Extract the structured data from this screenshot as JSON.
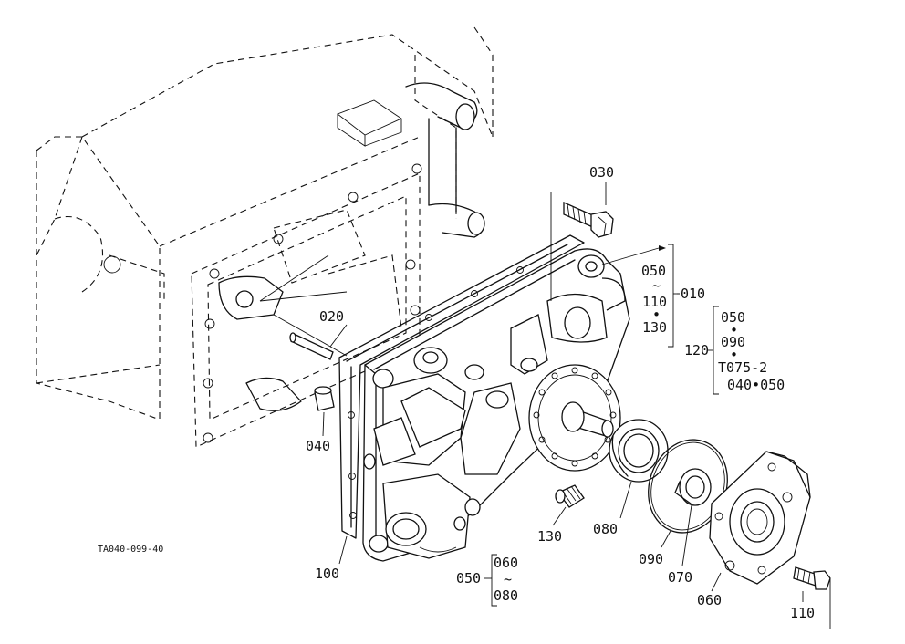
{
  "figure_code": "TA040-099-40",
  "callouts": {
    "c010": "010",
    "c020": "020",
    "c030": "030",
    "c040": "040",
    "c050": "050",
    "c060": "060",
    "c070": "070",
    "c080": "080",
    "c090": "090",
    "c100": "100",
    "c110": "110",
    "c120": "120",
    "c130": "130"
  },
  "groups": {
    "g010": {
      "from": "050",
      "tilde": "~",
      "mid": "110",
      "dot": "•",
      "to": "130"
    },
    "g120": {
      "a": "050",
      "dot1": "•",
      "b": "090",
      "dot2": "•",
      "c": "T075-2",
      "d": "040•050"
    },
    "g050": {
      "a": "060",
      "tilde": "~",
      "b": "080"
    }
  }
}
